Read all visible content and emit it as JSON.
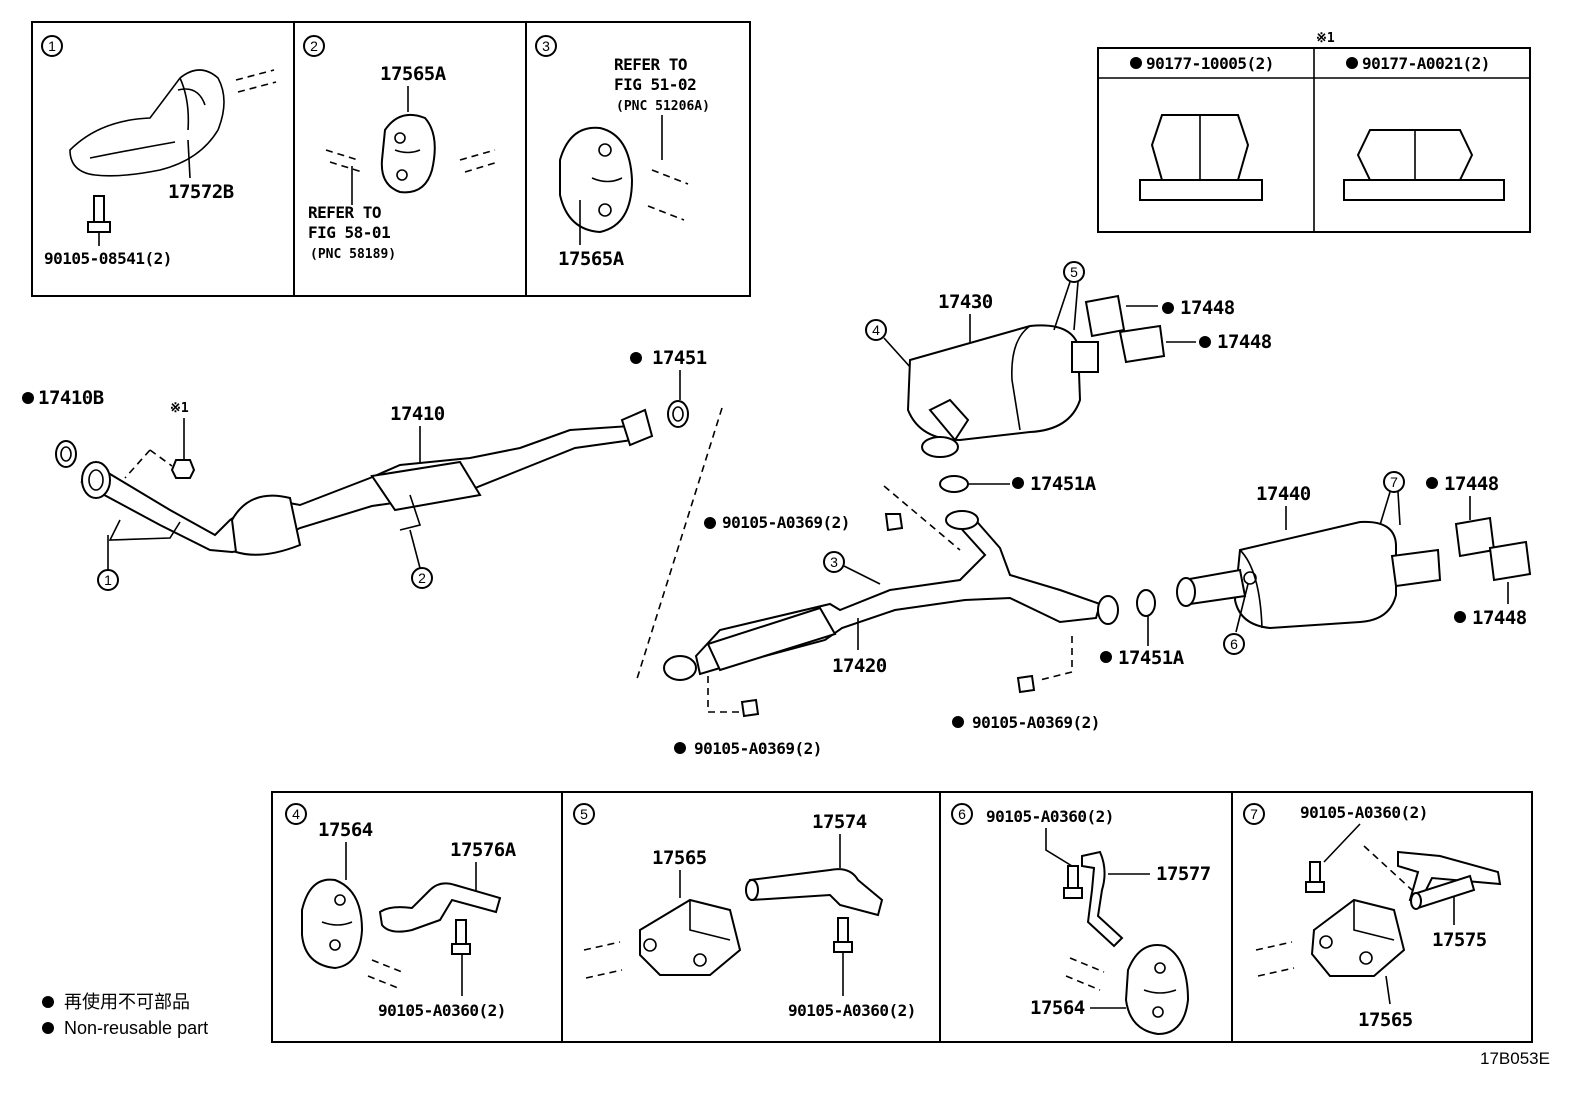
{
  "top_left_boxes": [
    {
      "callout": "1",
      "parts": [
        "17572B",
        "90105-08541(2)"
      ]
    },
    {
      "callout": "2",
      "parts": [
        "17565A"
      ],
      "refer_line1": "REFER TO",
      "refer_line2": "FIG 58-01",
      "refer_line3": "(PNC 58189)"
    },
    {
      "callout": "3",
      "parts": [
        "17565A"
      ],
      "refer_line1": "REFER TO",
      "refer_line2": "FIG 51-02",
      "refer_line3": "(PNC 51206A)"
    }
  ],
  "note_table": {
    "mark": "※1",
    "col1": "90177-10005(2)",
    "col2": "90177-A0021(2)"
  },
  "main": {
    "p17410B": "17410B",
    "mark1": "※1",
    "p17410": "17410",
    "p17451": "17451",
    "p17430": "17430",
    "p17448a": "17448",
    "p17448b": "17448",
    "p17448c": "17448",
    "p17448d": "17448",
    "p17451A_top": "17451A",
    "p17451A_bottom": "17451A",
    "p17440": "17440",
    "p17420": "17420",
    "bolt_upper": "90105-A0369(2)",
    "bolt_left": "90105-A0369(2)",
    "bolt_right": "90105-A0369(2)",
    "callouts": [
      "1",
      "2",
      "3",
      "4",
      "5",
      "6",
      "7"
    ]
  },
  "bottom_boxes": [
    {
      "callout": "4",
      "parts": [
        "17564",
        "17576A",
        "90105-A0360(2)"
      ]
    },
    {
      "callout": "5",
      "parts": [
        "17565",
        "17574",
        "90105-A0360(2)"
      ]
    },
    {
      "callout": "6",
      "parts": [
        "90105-A0360(2)",
        "17577",
        "17564"
      ]
    },
    {
      "callout": "7",
      "parts": [
        "90105-A0360(2)",
        "17575",
        "17565"
      ]
    }
  ],
  "legend": {
    "jp": "再使用不可部品",
    "en": "Non-reusable part"
  },
  "diagram_code": "17B053E"
}
